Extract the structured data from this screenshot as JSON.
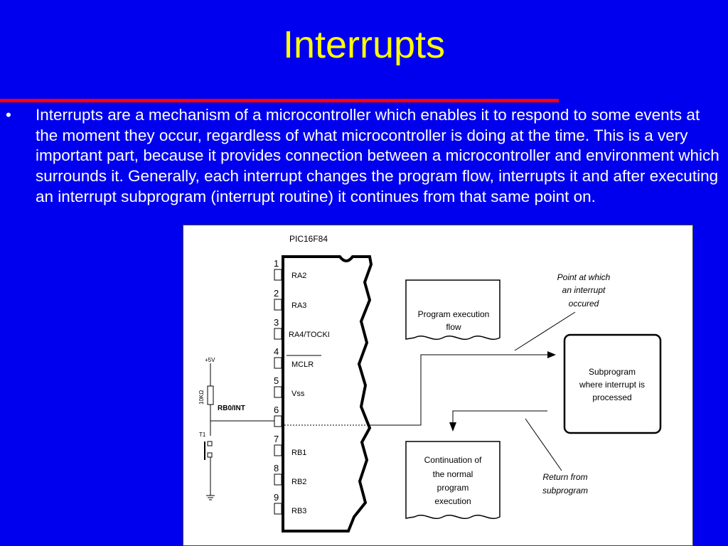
{
  "slide": {
    "title": "Interrupts",
    "bullet_marker": "•",
    "bullet_text": "Interrupts are a mechanism of a microcontroller which enables it to respond to some events at the moment they occur, regardless of what microcontroller is doing at the time. This is a very important part, because it provides connection between a microcontroller and environment which surrounds it. Generally, each interrupt changes the program flow, interrupts it and after executing an interrupt subprogram (interrupt routine) it continues from that same point on.",
    "accent_color": "#ff0000",
    "title_color": "#ffff00",
    "background_color": "#0000ee"
  },
  "diagram": {
    "chip_label": "PIC16F84",
    "pins": [
      {
        "number": "1",
        "name": "RA2"
      },
      {
        "number": "2",
        "name": "RA3"
      },
      {
        "number": "3",
        "name": "RA4/TOCKI"
      },
      {
        "number": "4",
        "name": "MCLR"
      },
      {
        "number": "5",
        "name": "Vss"
      },
      {
        "number": "6",
        "name": ""
      },
      {
        "number": "7",
        "name": "RB1"
      },
      {
        "number": "8",
        "name": "RB2"
      },
      {
        "number": "9",
        "name": "RB3"
      }
    ],
    "supply_label": "+5V",
    "resistor_label": "10KΩ",
    "input_label": "RB0/INT",
    "switch_label": "T1",
    "program_flow_box": [
      "Program execution",
      "flow"
    ],
    "subprogram_box": [
      "Subprogram",
      "where interrupt is",
      "processed"
    ],
    "continuation_box": [
      "Continuation of",
      "the normal",
      "program",
      "execution"
    ],
    "interrupt_note": [
      "Point at which",
      "an interrupt",
      "occured"
    ],
    "return_note": [
      "Return from",
      "subprogram"
    ]
  }
}
